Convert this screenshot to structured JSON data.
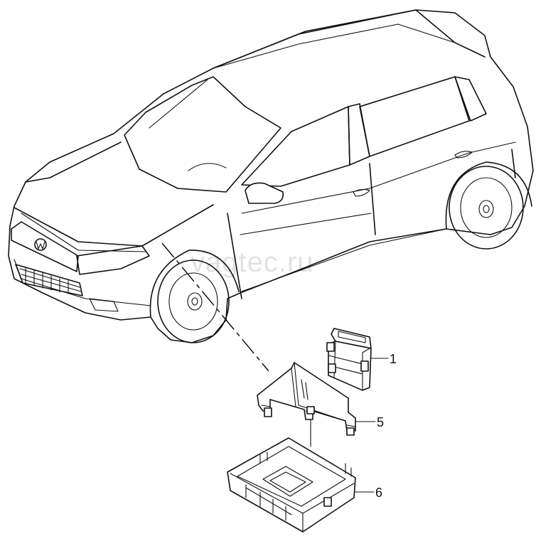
{
  "watermark": "vagtec.ru",
  "callouts": [
    {
      "id": "1",
      "label": "1"
    },
    {
      "id": "5",
      "label": "5"
    },
    {
      "id": "6",
      "label": "6"
    }
  ]
}
